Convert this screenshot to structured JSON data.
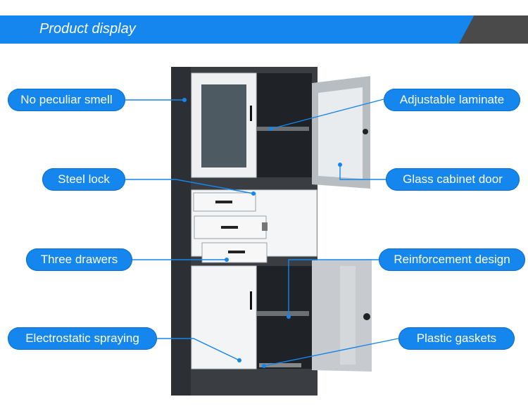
{
  "banner": {
    "title": "Product display",
    "color": "#1486ee",
    "accent": "#4a4a4a"
  },
  "labels": {
    "no_smell": "No peculiar smell",
    "adjustable": "Adjustable laminate",
    "steel_lock": "Steel lock",
    "glass_door": "Glass cabinet door",
    "three_drawers": "Three drawers",
    "reinforcement": "Reinforcement design",
    "electrostatic": "Electrostatic spraying",
    "gaskets": "Plastic gaskets"
  }
}
